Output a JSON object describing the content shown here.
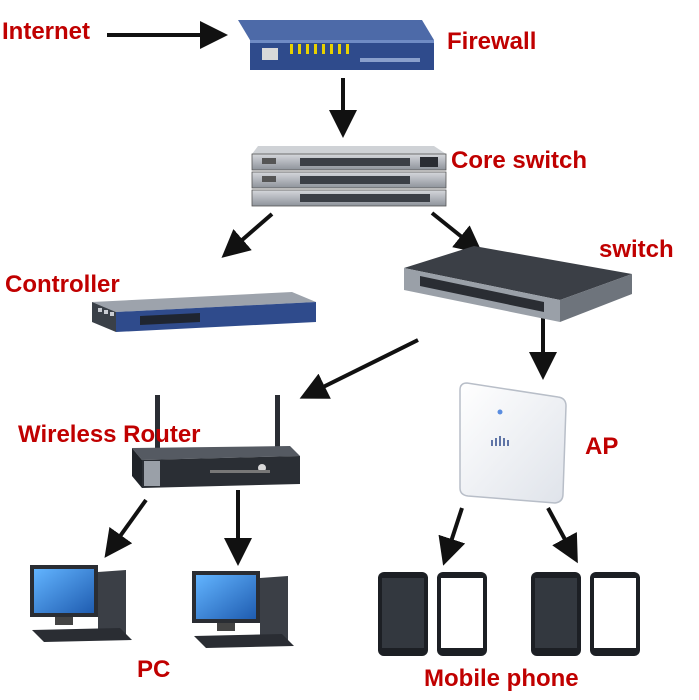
{
  "labels": {
    "internet": "Internet",
    "firewall": "Firewall",
    "core_switch": "Core switch",
    "switch": "switch",
    "controller": "Controller",
    "wireless_router": "Wireless Router",
    "ap": "AP",
    "pc": "PC",
    "mobile_phone": "Mobile phone"
  },
  "colors": {
    "label": "#c00000",
    "arrow": "#111111",
    "device_dark": "#3a4048",
    "device_blue": "#2f4b8c",
    "screen_blue": "#2f7fd6"
  },
  "icons": [
    "firewall-icon",
    "core-switch-icon",
    "switch-icon",
    "controller-icon",
    "wireless-router-icon",
    "access-point-icon",
    "pc-icon",
    "mobile-phone-icon"
  ]
}
